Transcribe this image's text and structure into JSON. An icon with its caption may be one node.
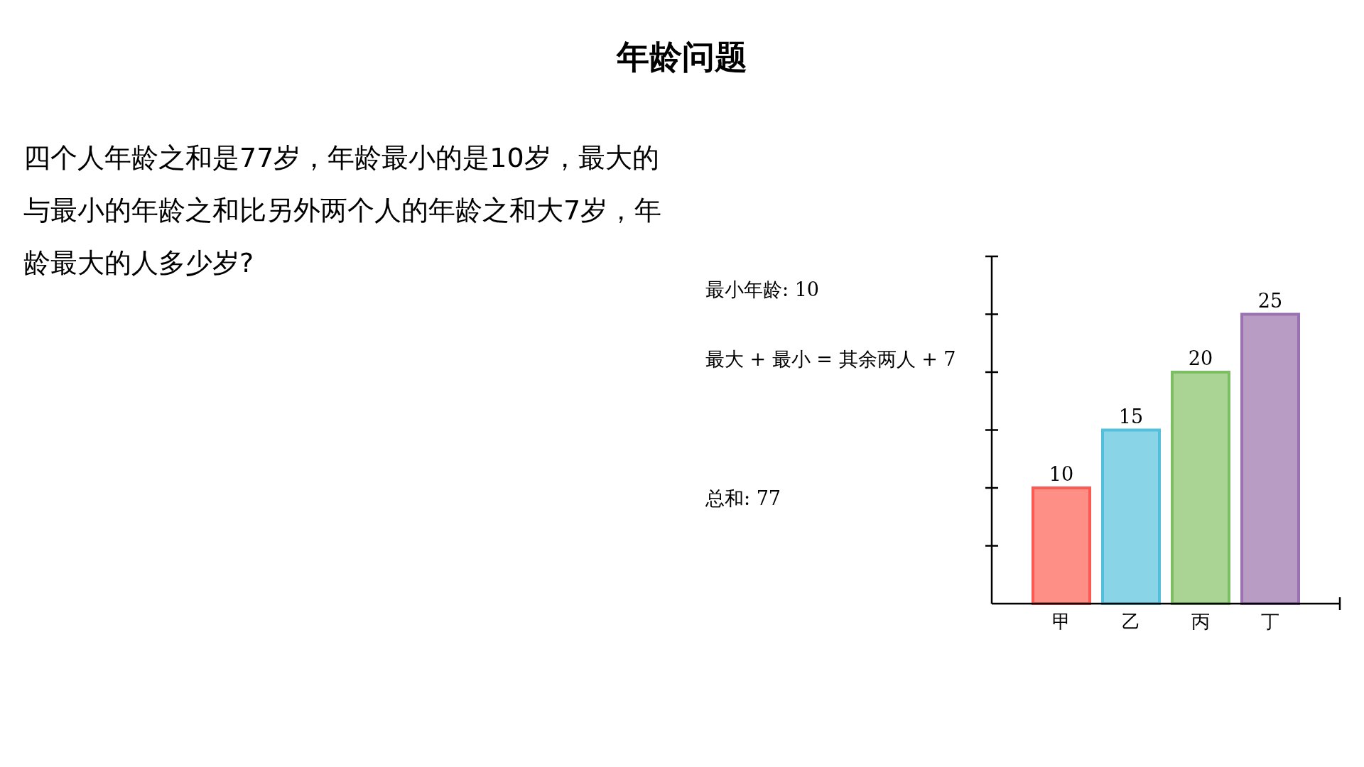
{
  "diagram": {
    "title": "年龄问题",
    "labels": [
      "四个人年龄之和是77岁，年龄最小的是10岁，最大的与最小的年龄之和比另外两个人的年龄之和大7岁，年龄最大的人多少岁?",
      "最小年龄: 10",
      "最大 + 最小 = 其余两人 + 7",
      "总和: 77"
    ],
    "chart_data": {
      "type": "bar",
      "categories": [
        "甲",
        "乙",
        "丙",
        "丁"
      ],
      "series": [
        {
          "values": [
            10,
            15,
            20,
            25
          ]
        }
      ],
      "ylim": [
        0,
        30
      ],
      "data_labels": true
    }
  }
}
